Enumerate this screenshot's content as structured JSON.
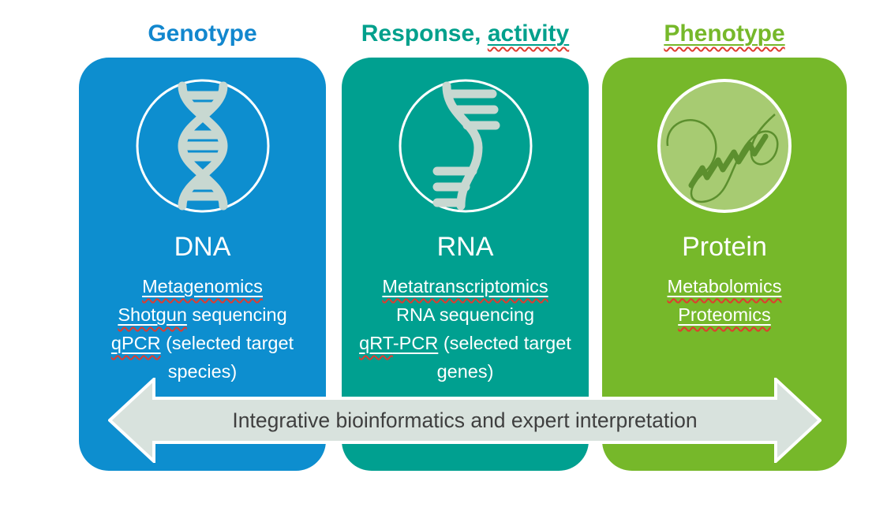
{
  "slide": {
    "columns": [
      {
        "id": "genotype",
        "title_segments": [
          {
            "text": "Genotype"
          }
        ],
        "icon": "dna-helix-icon",
        "molecule": "DNA",
        "items": [
          [
            {
              "text": "Metagenomics",
              "underline": true,
              "squiggle": true
            }
          ],
          [
            {
              "text": "Shotgun",
              "underline": true,
              "squiggle": true
            },
            {
              "text": " sequencing"
            }
          ],
          [
            {
              "text": "qPCR",
              "underline": true,
              "squiggle": true
            },
            {
              "text": " (selected target species)"
            }
          ]
        ],
        "colors": {
          "panel": "#0d8ecf",
          "title": "#1287ce"
        }
      },
      {
        "id": "response-activity",
        "title_segments": [
          {
            "text": "Response, "
          },
          {
            "text": "activity",
            "underline": true,
            "squiggle": true
          }
        ],
        "icon": "rna-strand-icon",
        "molecule": "RNA",
        "items": [
          [
            {
              "text": "Metatranscriptomics",
              "underline": true,
              "squiggle": true
            }
          ],
          [
            {
              "text": "RNA sequencing"
            }
          ],
          [
            {
              "text": "qRT",
              "underline": true,
              "squiggle": true
            },
            {
              "text": "-PCR",
              "underline": true
            },
            {
              "text": " (selected target genes)"
            }
          ]
        ],
        "colors": {
          "panel": "#00a090",
          "title": "#00a08c"
        }
      },
      {
        "id": "phenotype",
        "title_segments": [
          {
            "text": "Phenotype",
            "underline": true,
            "squiggle": true
          }
        ],
        "icon": "protein-coil-icon",
        "molecule": "Protein",
        "items": [
          [
            {
              "text": "Metabolomics",
              "underline": true,
              "squiggle": true
            }
          ],
          [
            {
              "text": "Proteomics",
              "underline": true,
              "squiggle": true
            }
          ]
        ],
        "colors": {
          "panel": "#76b82a",
          "title": "#76b82a"
        }
      }
    ],
    "arrow": {
      "label": "Integrative bioinformatics and expert interpretation",
      "colors": {
        "fill": "#d8e2dd",
        "outline": "#ffffff",
        "text": "#3f3f3f"
      }
    },
    "theme": {
      "squiggle": "#e03b2f",
      "icon_strand": "#c8d8d1",
      "icon_ring": "#ffffff",
      "protein_fill": "#a7cb72",
      "protein_line": "#5c8f2e"
    }
  }
}
